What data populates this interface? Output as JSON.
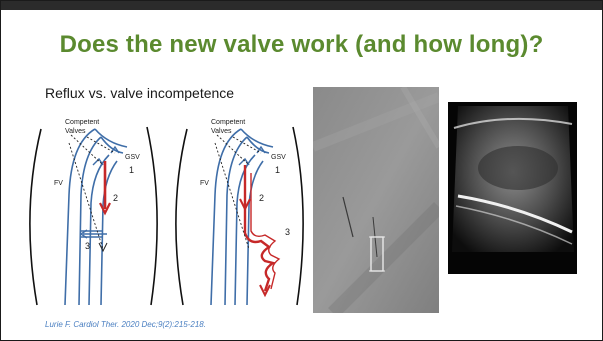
{
  "slide": {
    "title": "Does the new valve work (and how long)?",
    "subtitle": "Reflux vs. valve incompetence",
    "citation": "Lurie F. Cardiol Ther. 2020 Dec;9(2):215-218."
  },
  "diagram_left": {
    "competent_label_1": "Competent",
    "competent_label_2": "Valves",
    "fv_label": "FV",
    "gsv_label": "GSV",
    "num_1": "1",
    "num_2": "2",
    "num_3": "3"
  },
  "diagram_right": {
    "competent_label_1": "Competent",
    "competent_label_2": "Valves",
    "fv_label": "FV",
    "gsv_label": "GSV",
    "num_1": "1",
    "num_2": "2",
    "num_3": "3"
  },
  "colors": {
    "title": "#5b8a2f",
    "vein_blue": "#3f6ea8",
    "reflux_red": "#c62828",
    "citation": "#4a7fc1"
  }
}
